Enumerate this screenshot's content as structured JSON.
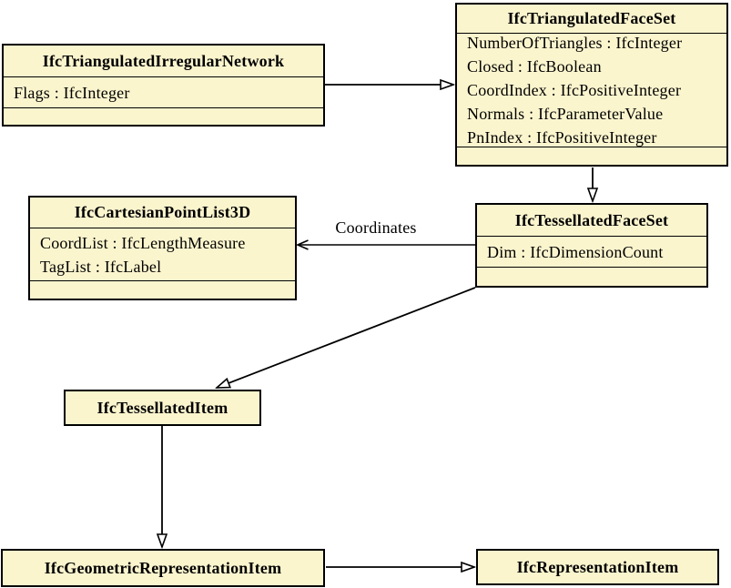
{
  "diagram": {
    "type": "uml-class-diagram",
    "colors": {
      "background": "#FFFFFF",
      "class_fill": "#FBF5CE",
      "class_border": "#000000",
      "text": "#000000"
    },
    "classes": [
      {
        "name": "IfcTriangulatedIrregularNetwork",
        "attributes": [
          "Flags : IfcInteger"
        ]
      },
      {
        "name": "IfcTriangulatedFaceSet",
        "attributes": [
          "NumberOfTriangles : IfcInteger",
          "Closed : IfcBoolean",
          "CoordIndex : IfcPositiveInteger",
          "Normals : IfcParameterValue",
          "PnIndex : IfcPositiveInteger"
        ]
      },
      {
        "name": "IfcCartesianPointList3D",
        "attributes": [
          "CoordList : IfcLengthMeasure",
          "TagList : IfcLabel"
        ]
      },
      {
        "name": "IfcTessellatedFaceSet",
        "attributes": [
          "Dim : IfcDimensionCount"
        ]
      },
      {
        "name": "IfcTessellatedItem",
        "attributes": []
      },
      {
        "name": "IfcGeometricRepresentationItem",
        "attributes": []
      },
      {
        "name": "IfcRepresentationItem",
        "attributes": []
      }
    ],
    "relationships": [
      {
        "from": "IfcTriangulatedIrregularNetwork",
        "to": "IfcTriangulatedFaceSet",
        "type": "generalization"
      },
      {
        "from": "IfcTriangulatedFaceSet",
        "to": "IfcTessellatedFaceSet",
        "type": "generalization"
      },
      {
        "from": "IfcTessellatedFaceSet",
        "to": "IfcCartesianPointList3D",
        "type": "association",
        "label": "Coordinates"
      },
      {
        "from": "IfcTessellatedFaceSet",
        "to": "IfcTessellatedItem",
        "type": "generalization"
      },
      {
        "from": "IfcTessellatedItem",
        "to": "IfcGeometricRepresentationItem",
        "type": "generalization"
      },
      {
        "from": "IfcGeometricRepresentationItem",
        "to": "IfcRepresentationItem",
        "type": "generalization"
      }
    ]
  }
}
